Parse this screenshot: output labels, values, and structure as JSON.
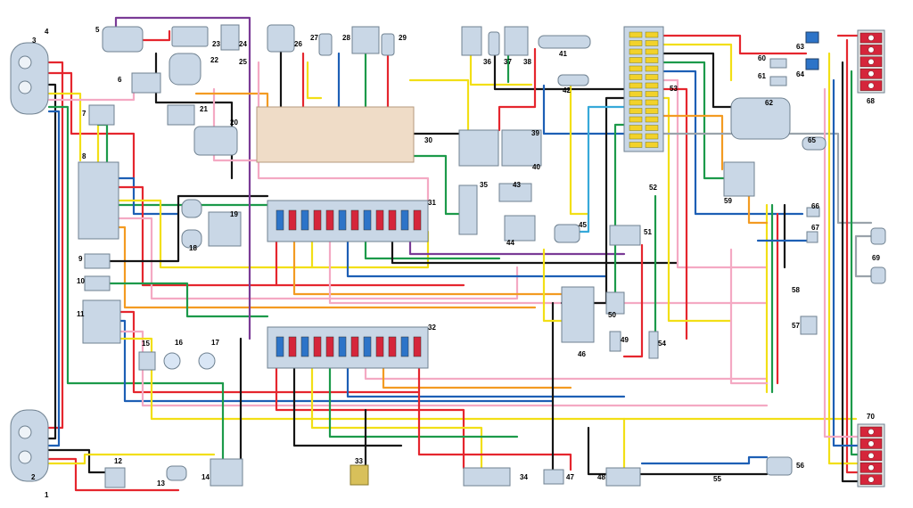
{
  "palette": {
    "red": "#e5262e",
    "blue": "#1d5fb5",
    "green": "#1c9a4a",
    "yellow": "#f2df16",
    "black": "#151515",
    "pink": "#f4a9c3",
    "orange": "#f39b22",
    "violet": "#7a3b96",
    "cyan": "#37a9d9",
    "brown": "#8c5a2b",
    "grey": "#9aa3ab",
    "white": "#ffffff"
  },
  "colors": {
    "background": "#ffffff",
    "component_fill": "#c9d7e6",
    "component_stroke": "#6f8190",
    "fuse_red": "#d5263b",
    "fuse_blue": "#2d74c8",
    "relay_fill": "#efdcc7",
    "terminal_fill": "#f2d22a",
    "lamp_frame_fill": "#d9e6f5"
  },
  "component_numbers": [
    "1",
    "2",
    "3",
    "4",
    "5",
    "6",
    "7",
    "8",
    "9",
    "10",
    "11",
    "12",
    "13",
    "14",
    "15",
    "16",
    "17",
    "18",
    "19",
    "20",
    "21",
    "22",
    "23",
    "24",
    "25",
    "26",
    "27",
    "28",
    "29",
    "30",
    "31",
    "32",
    "33",
    "34",
    "35",
    "36",
    "37",
    "38",
    "39",
    "40",
    "41",
    "42",
    "43",
    "44",
    "45",
    "46",
    "47",
    "48",
    "49",
    "50",
    "51",
    "52",
    "53",
    "54",
    "55",
    "56",
    "57",
    "58",
    "59",
    "60",
    "61",
    "62",
    "63",
    "64",
    "65",
    "66",
    "67",
    "68",
    "69",
    "70"
  ],
  "fuse_block_colors": [
    "blue",
    "red",
    "blue",
    "red",
    "red",
    "blue",
    "red",
    "blue",
    "red",
    "red",
    "blue",
    "red"
  ]
}
